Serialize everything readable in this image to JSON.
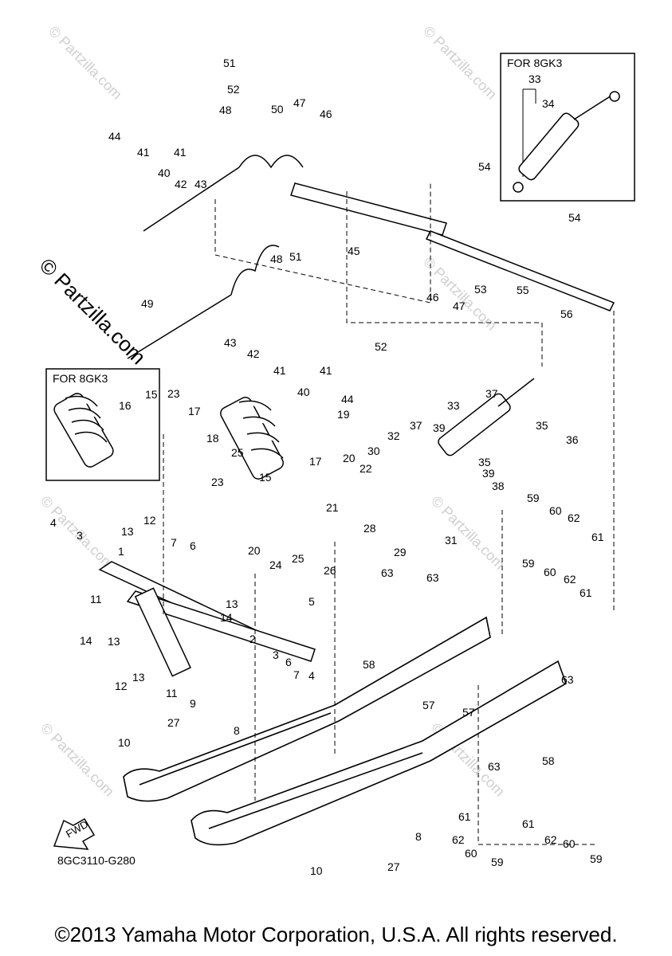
{
  "watermark": "© Partzilla.com",
  "inset_top": {
    "title": "FOR 8GK3",
    "labels": [
      "33",
      "34"
    ]
  },
  "inset_left": {
    "title": "FOR 8GK3",
    "labels": [
      "15",
      "16"
    ]
  },
  "fwd_label": "FWD",
  "drawing_code": "8GC3110-G280",
  "copyright": "©2013 Yamaha Motor Corporation, U.S.A. All rights reserved.",
  "callouts": [
    "51",
    "52",
    "44",
    "41",
    "40",
    "41",
    "42",
    "43",
    "48",
    "50",
    "47",
    "46",
    "54",
    "45",
    "53",
    "55",
    "56",
    "54",
    "46",
    "47",
    "48",
    "51",
    "49",
    "43",
    "42",
    "41",
    "41",
    "40",
    "44",
    "52",
    "23",
    "17",
    "18",
    "19",
    "17",
    "15",
    "25",
    "20",
    "22",
    "21",
    "23",
    "20",
    "24",
    "25",
    "26",
    "30",
    "32",
    "37",
    "39",
    "33",
    "35",
    "37",
    "35",
    "36",
    "39",
    "28",
    "38",
    "31",
    "29",
    "59",
    "60",
    "62",
    "61",
    "59",
    "60",
    "62",
    "61",
    "4",
    "3",
    "13",
    "12",
    "7",
    "6",
    "1",
    "11",
    "14",
    "13",
    "14",
    "5",
    "13",
    "2",
    "3",
    "6",
    "7",
    "4",
    "12",
    "13",
    "11",
    "9",
    "27",
    "8",
    "10",
    "63",
    "63",
    "58",
    "57",
    "57",
    "63",
    "58",
    "63",
    "61",
    "61",
    "62",
    "60",
    "59",
    "8",
    "27",
    "10",
    "62",
    "60",
    "59"
  ]
}
